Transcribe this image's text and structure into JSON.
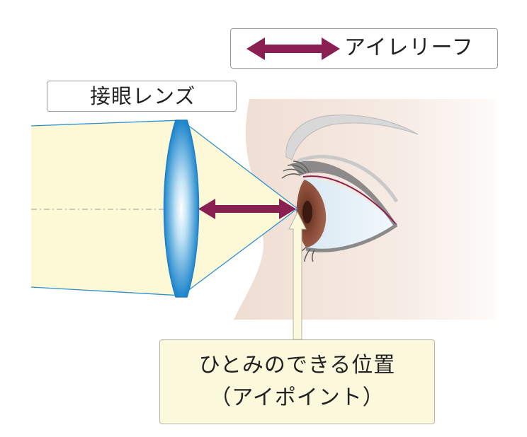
{
  "labels": {
    "eye_relief": "アイレリーフ",
    "eyepiece_lens": "接眼レンズ",
    "eye_point_line1": "ひとみのできる位置",
    "eye_point_line2": "（アイポイント）"
  },
  "colors": {
    "arrow": "#8a1f52",
    "beam_fill": "#fdf8d6",
    "ray_line": "#2e8fd0",
    "lens_edge": "#1f7fc7",
    "lens_center": "#ffffff",
    "face_skin": "#f2e4db",
    "iris": "#7a4030",
    "sclera": "#e6f1f8",
    "callout_fill": "#fbf8dc",
    "box_border": "#9a9a9a"
  },
  "icons": {
    "legend_arrow": "double-headed-arrow",
    "eye_relief_arrow": "double-headed-arrow",
    "eye_point_pointer": "up-arrow"
  }
}
